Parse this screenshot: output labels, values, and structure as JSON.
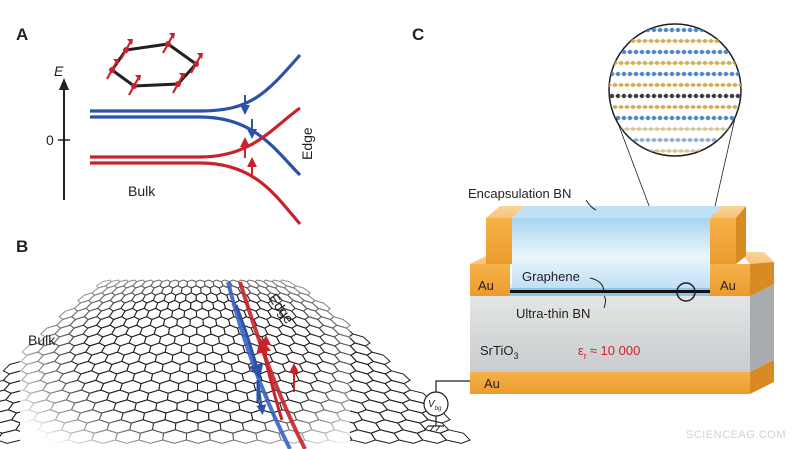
{
  "panels": {
    "a": {
      "label": "A",
      "energy_axis": "E",
      "zero_tick": "0",
      "bulk": "Bulk",
      "edge": "Edge"
    },
    "b": {
      "label": "B",
      "bulk": "Bulk",
      "edge": "Edge"
    },
    "c": {
      "label": "C",
      "encapsulation": "Encapsulation BN",
      "graphene": "Graphene",
      "ultra_thin": "Ultra-thin BN",
      "au_left": "Au",
      "au_right": "Au",
      "au_bottom": "Au",
      "substrate_main": "SrTiO",
      "substrate_sub": "3",
      "permittivity_eps": "ε",
      "permittivity_sub": "r",
      "permittivity_value": "≈ 10 000",
      "gate_main": "V",
      "gate_sub": "bg"
    }
  },
  "colors": {
    "spin_up_blue": "#2a52a7",
    "spin_down_red": "#c8232c",
    "gold": "#f0a63a",
    "bn_blue": "#8fc3e8",
    "substrate_grey": "#cfd2d4",
    "permittivity_red": "#d0202a"
  },
  "watermark": "SCIENCEAG.COM"
}
